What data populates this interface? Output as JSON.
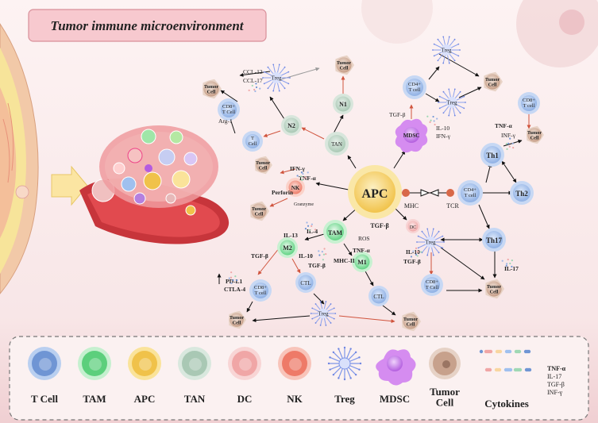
{
  "title": "Tumor immune microenvironment",
  "center": {
    "apc": "APC",
    "mhc": "MHC",
    "tcr": "TCR",
    "tgfb": "TGF-β"
  },
  "cells": {
    "tam": "TAM",
    "m1": "M1",
    "m2": "M2",
    "nk": "NK",
    "tan": "TAN",
    "n1": "N1",
    "n2": "N2",
    "treg": "Treg",
    "mdsc": "MDSC",
    "dc": "DC",
    "th1": "Th1",
    "th2": "Th2",
    "th17": "Th17",
    "cd4": "CD4+\nT cell",
    "cd8": "CD8+\nT Cell",
    "cd8_lower": "CD8+\nT cell",
    "tcell": "T\nCell",
    "ctl": "CTL",
    "tumor": "Tumor\nCell"
  },
  "labels": {
    "ccl12": "CCL-12",
    "ccl17": "CCL-17",
    "arg1": "Arg-1",
    "tgfb": "TGF-β",
    "il10": "IL-10",
    "ifng_dash": "IFN-γ",
    "infg": "INF-γ",
    "tnfa": "TNF-α",
    "perforin": "Perforin",
    "granzyme": "Granzyme",
    "il4": "IL-4",
    "il13": "IL-13",
    "ros": "ROS",
    "mhc2": "MHC-II",
    "pdl1": "PD-L1",
    "ctla4": "CTLA-4",
    "il17": "IL-17"
  },
  "legend": {
    "items": [
      {
        "key": "tcell",
        "label": "T Cell",
        "fill": "#6f95d4",
        "ring": "#b9cff0"
      },
      {
        "key": "tam",
        "label": "TAM",
        "fill": "#5ccf7c",
        "ring": "#c5f0cf"
      },
      {
        "key": "apc",
        "label": "APC",
        "fill": "#f0c24a",
        "ring": "#fae39a"
      },
      {
        "key": "tan",
        "label": "TAN",
        "fill": "#a9c8b4",
        "ring": "#d9e8de"
      },
      {
        "key": "dc",
        "label": "DC",
        "fill": "#f0a6a6",
        "ring": "#f8d5d5"
      },
      {
        "key": "nk",
        "label": "NK",
        "fill": "#ee7a68",
        "ring": "#f8c4ba"
      },
      {
        "key": "treg",
        "label": "Treg",
        "fill": "#7d95e8",
        "ring": "#c9d4f7"
      },
      {
        "key": "mdsc",
        "label": "MDSC",
        "fill": "#b45be0",
        "ring": "#e1b9f5"
      },
      {
        "key": "tumor",
        "label": "Tumor\nCell",
        "fill": "#c7a18c",
        "ring": "#e6d2c6"
      }
    ],
    "cytokines": "Cytokines",
    "cytokine_list": [
      "TNF-α",
      "IL-17",
      "TGF-β",
      "INF-γ"
    ]
  }
}
